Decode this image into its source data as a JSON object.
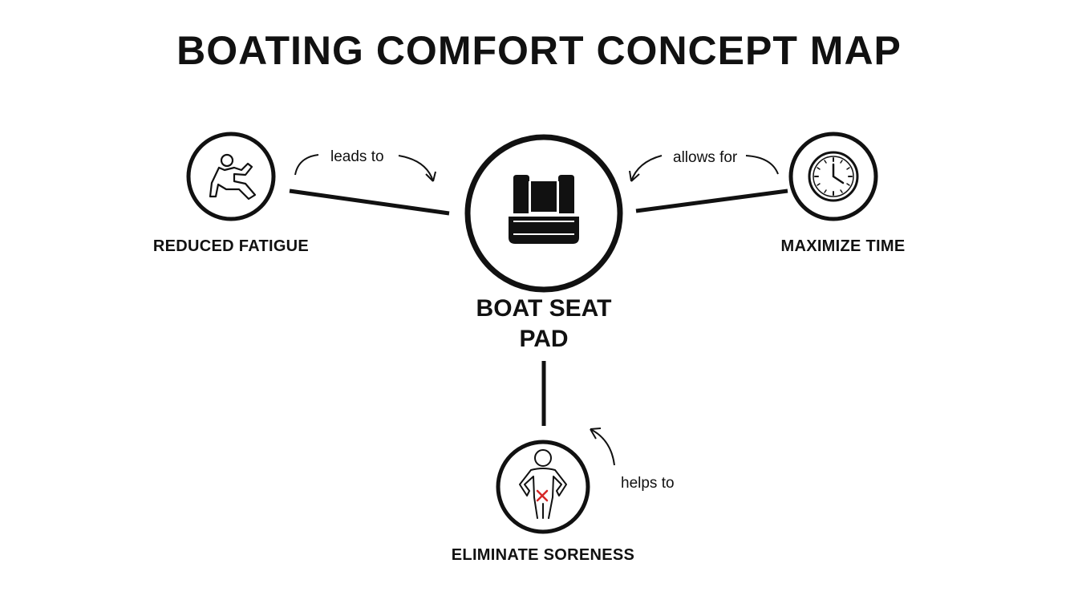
{
  "title": "BOATING COMFORT CONCEPT MAP",
  "center": {
    "label_line1": "BOAT SEAT",
    "label_line2": "PAD",
    "icon": "boat-seat-icon"
  },
  "nodes": {
    "left": {
      "label": "REDUCED FATIGUE",
      "icon": "person-relaxing-icon"
    },
    "right": {
      "label": "MAXIMIZE TIME",
      "icon": "clock-icon"
    },
    "bottom": {
      "label": "ELIMINATE SORENESS",
      "icon": "body-soreness-icon"
    }
  },
  "links": {
    "left": "leads to",
    "right": "allows for",
    "bottom": "helps to"
  },
  "colors": {
    "ink": "#111111",
    "accent": "#d62828",
    "background": "#ffffff"
  }
}
